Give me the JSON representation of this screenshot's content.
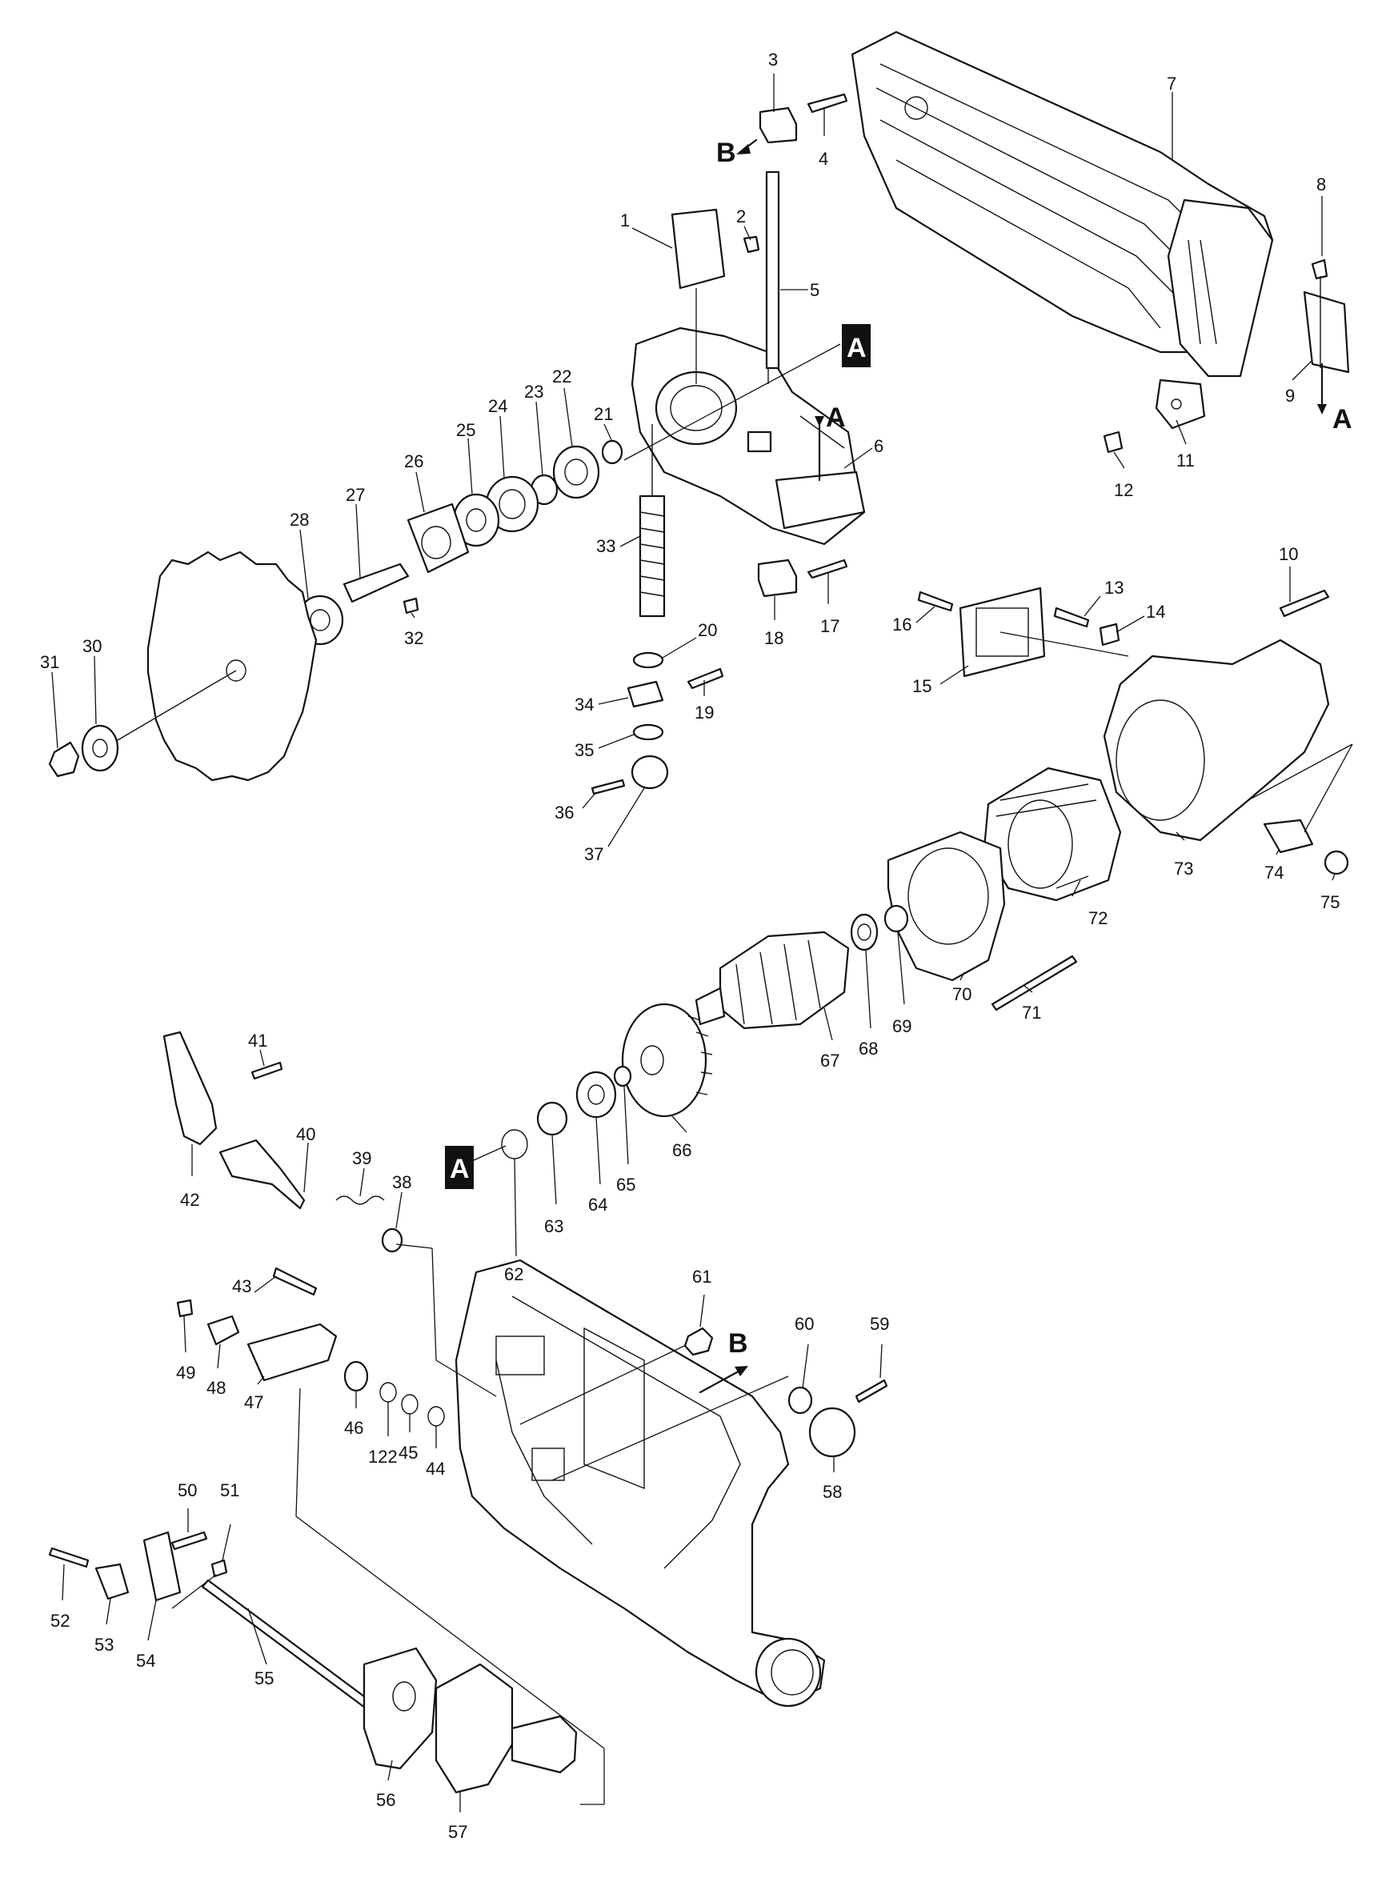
{
  "part_labels": [
    "1",
    "2",
    "3",
    "4",
    "5",
    "6",
    "7",
    "8",
    "9",
    "10",
    "11",
    "12",
    "13",
    "14",
    "15",
    "16",
    "17",
    "18",
    "19",
    "20",
    "21",
    "22",
    "23",
    "24",
    "25",
    "26",
    "27",
    "28",
    "30",
    "31",
    "32",
    "33",
    "34",
    "35",
    "36",
    "37",
    "38",
    "39",
    "40",
    "41",
    "42",
    "43",
    "44",
    "45",
    "46",
    "47",
    "48",
    "49",
    "50",
    "51",
    "52",
    "53",
    "54",
    "55",
    "56",
    "57",
    "58",
    "59",
    "60",
    "61",
    "62",
    "63",
    "64",
    "65",
    "66",
    "67",
    "68",
    "69",
    "70",
    "71",
    "72",
    "73",
    "74",
    "75",
    "122"
  ],
  "markers": {
    "B_top": "B",
    "B_mid": "B",
    "A_arrow_upper": "A",
    "A_arrow_right": "A",
    "A_box_upper": "A",
    "A_box_lower": "A"
  }
}
